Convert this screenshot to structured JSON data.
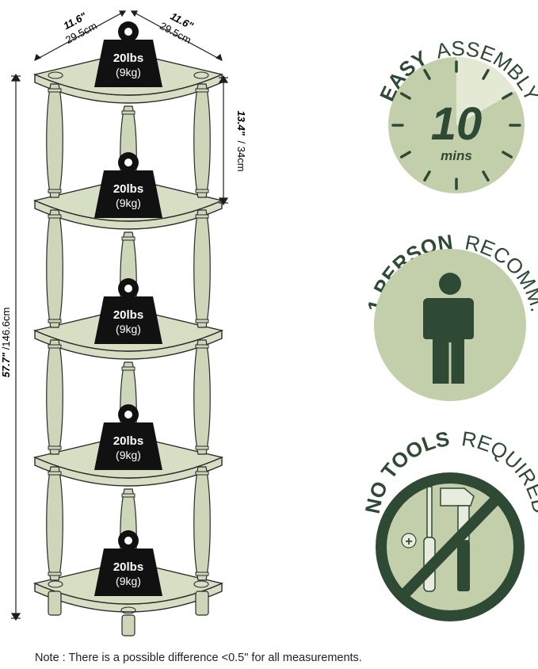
{
  "colors": {
    "shelf": "#d6dec3",
    "shelf_edge": "#2b2b2b",
    "post": "#cdd6b8",
    "weight": "#111111",
    "badge_light": "#c3cfaa",
    "badge_lighter": "#e3e9d4",
    "badge_dark": "#2e4a35",
    "white": "#ffffff"
  },
  "dimensions": {
    "width_left_in": "11.6\"",
    "width_left_cm": "29.5cm",
    "width_right_in": "11.6\"",
    "width_right_cm": "29.5cm",
    "shelf_gap_in": "13.4\"",
    "shelf_gap_cm": "/ 34cm",
    "height_in": "57.7\"",
    "height_cm": "/146.6cm"
  },
  "shelves": [
    {
      "weight_lbs": "20lbs",
      "weight_kg": "(9kg)"
    },
    {
      "weight_lbs": "20lbs",
      "weight_kg": "(9kg)"
    },
    {
      "weight_lbs": "20lbs",
      "weight_kg": "(9kg)"
    },
    {
      "weight_lbs": "20lbs",
      "weight_kg": "(9kg)"
    },
    {
      "weight_lbs": "20lbs",
      "weight_kg": "(9kg)"
    }
  ],
  "badges": {
    "assembly": {
      "bold": "EASY",
      "light": "ASSEMBLY",
      "time_value": "10",
      "time_unit": "mins",
      "icon": "clock-icon",
      "elapsed_fraction": 0.1667
    },
    "person": {
      "bold": "1 PERSON",
      "light": "RECOMM.",
      "icon": "person-icon"
    },
    "tools": {
      "bold": "NO TOOLS",
      "light": "REQUIRED",
      "icon": "no-tools-icon",
      "plus_glyph": "+"
    }
  },
  "note": "Note : There is a possible difference <0.5\" for all measurements."
}
